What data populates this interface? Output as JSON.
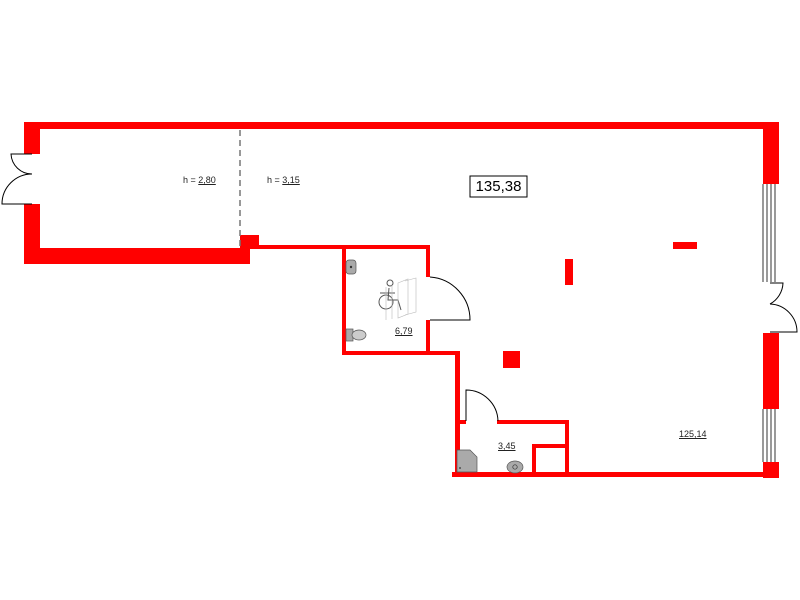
{
  "plan": {
    "total_area": "135,38",
    "wall_color": "#ff0000",
    "rooms": [
      {
        "id": "vestibule",
        "height_label": "h = ",
        "height_value": "2,80"
      },
      {
        "id": "main-hall",
        "height_label": "h = ",
        "height_value": "3,15",
        "area": "125,14"
      },
      {
        "id": "accessible-wc",
        "area": "6,79"
      },
      {
        "id": "wc",
        "area": "3,45"
      }
    ]
  }
}
